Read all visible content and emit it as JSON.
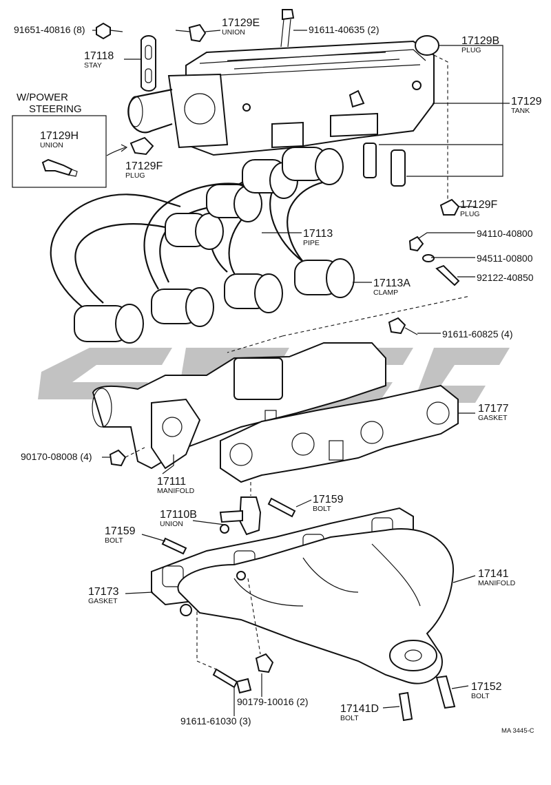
{
  "diagram": {
    "note_code": "MA 3445-C",
    "inset": {
      "header_line1": "W/POWER",
      "header_line2": "STEERING",
      "part_no": "17129H",
      "part_name": "UNION"
    },
    "callouts": {
      "c91651": {
        "num": "91651-40816 (8)"
      },
      "c17129E": {
        "num": "17129E",
        "name": "UNION"
      },
      "c91611a": {
        "num": "91611-40635 (2)"
      },
      "c17129B": {
        "num": "17129B",
        "name": "PLUG"
      },
      "c17118": {
        "num": "17118",
        "name": "STAY"
      },
      "c17129": {
        "num": "17129",
        "name": "TANK"
      },
      "c17129Fa": {
        "num": "17129F",
        "name": "PLUG"
      },
      "c17129Fb": {
        "num": "17129F",
        "name": "PLUG"
      },
      "c17113": {
        "num": "17113",
        "name": "PIPE"
      },
      "c94110": {
        "num": "94110-40800"
      },
      "c94511": {
        "num": "94511-00800"
      },
      "c92122": {
        "num": "92122-40850"
      },
      "c17113A": {
        "num": "17113A",
        "name": "CLAMP"
      },
      "c91611b": {
        "num": "91611-60825 (4)"
      },
      "c17177": {
        "num": "17177",
        "name": "GASKET"
      },
      "c90170": {
        "num": "90170-08008 (4)"
      },
      "c17111": {
        "num": "17111",
        "name": "MANIFOLD"
      },
      "c17159a": {
        "num": "17159",
        "name": "BOLT"
      },
      "c17110B": {
        "num": "17110B",
        "name": "UNION"
      },
      "c17159b": {
        "num": "17159",
        "name": "BOLT"
      },
      "c17141": {
        "num": "17141",
        "name": "MANIFOLD"
      },
      "c17173": {
        "num": "17173",
        "name": "GASKET"
      },
      "c17152": {
        "num": "17152",
        "name": "BOLT"
      },
      "c17141D": {
        "num": "17141D",
        "name": "BOLT"
      },
      "c90179": {
        "num": "90179-10016 (2)"
      },
      "c91611c": {
        "num": "91611-61030 (3)"
      }
    }
  }
}
